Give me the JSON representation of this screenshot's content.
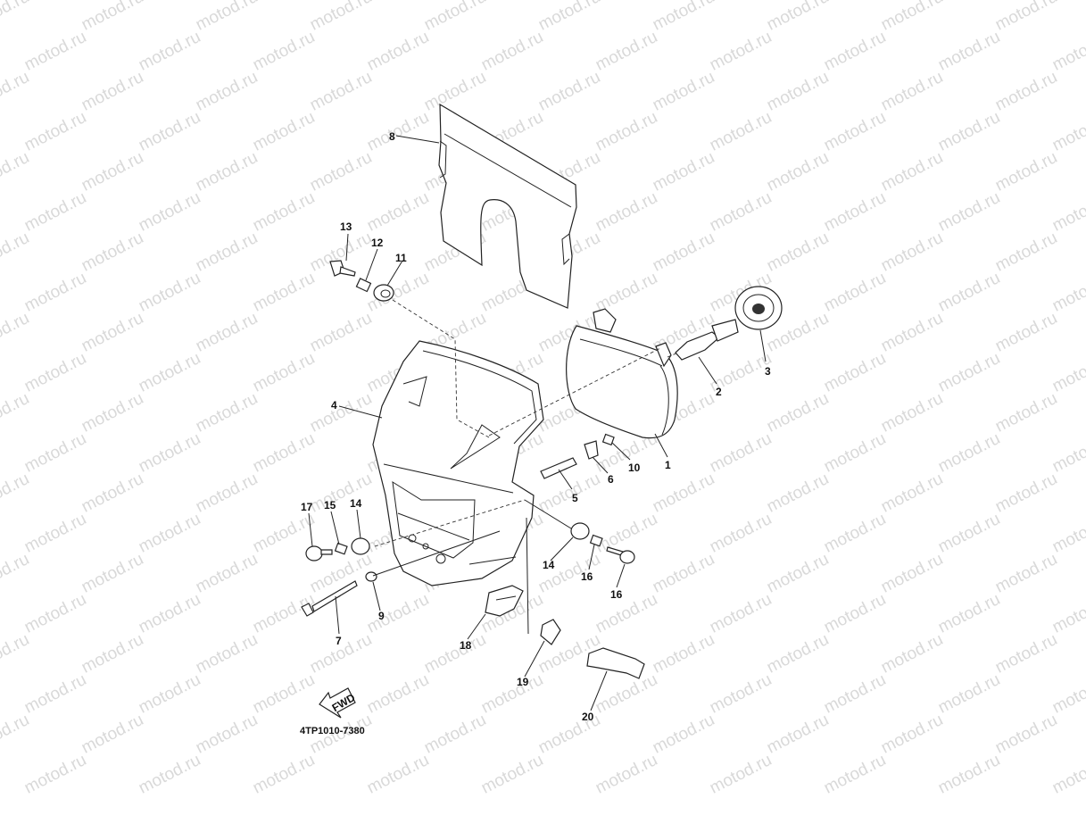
{
  "watermark": "motod.ru",
  "diagram_code": "4TP1010-7380",
  "fwd_label": "FWD",
  "callouts": [
    "1",
    "2",
    "3",
    "4",
    "5",
    "6",
    "7",
    "8",
    "9",
    "10",
    "11",
    "12",
    "13",
    "14",
    "14",
    "15",
    "15",
    "16",
    "17",
    "18",
    "19",
    "20"
  ]
}
